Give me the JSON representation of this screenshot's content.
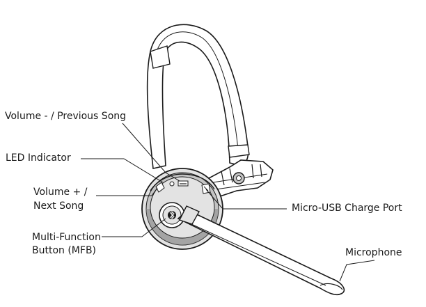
{
  "labels": {
    "volume_minus": "Volume - / Previous Song",
    "led_indicator": "LED Indicator",
    "volume_plus_line1": "Volume + /",
    "volume_plus_line2": "Next Song",
    "mfb_line1": "Multi-Function",
    "mfb_line2": "Button (MFB)",
    "usb_port": "Micro-USB Charge Port",
    "microphone": "Microphone"
  },
  "colors": {
    "ink": "#1a1a1a",
    "shade_light": "#e3e3e3",
    "shade_mid": "#c4c4c4",
    "shade_dark": "#8a8a8a"
  }
}
